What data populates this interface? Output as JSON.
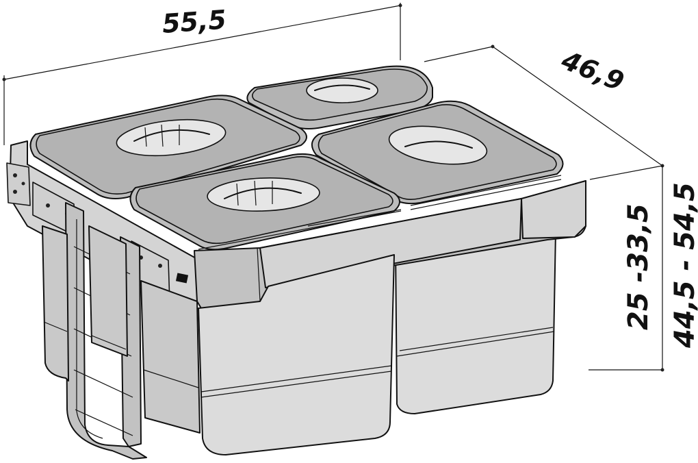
{
  "dimensions": {
    "width": "55,5",
    "depth": "46,9",
    "inner_height": "25 -33,5",
    "total_height": "44,5 - 54,5"
  },
  "colors": {
    "ink": "#111111",
    "bin": "#dcdcdc",
    "lid": "#bdbdbd",
    "frame": "#c2c2c2"
  }
}
